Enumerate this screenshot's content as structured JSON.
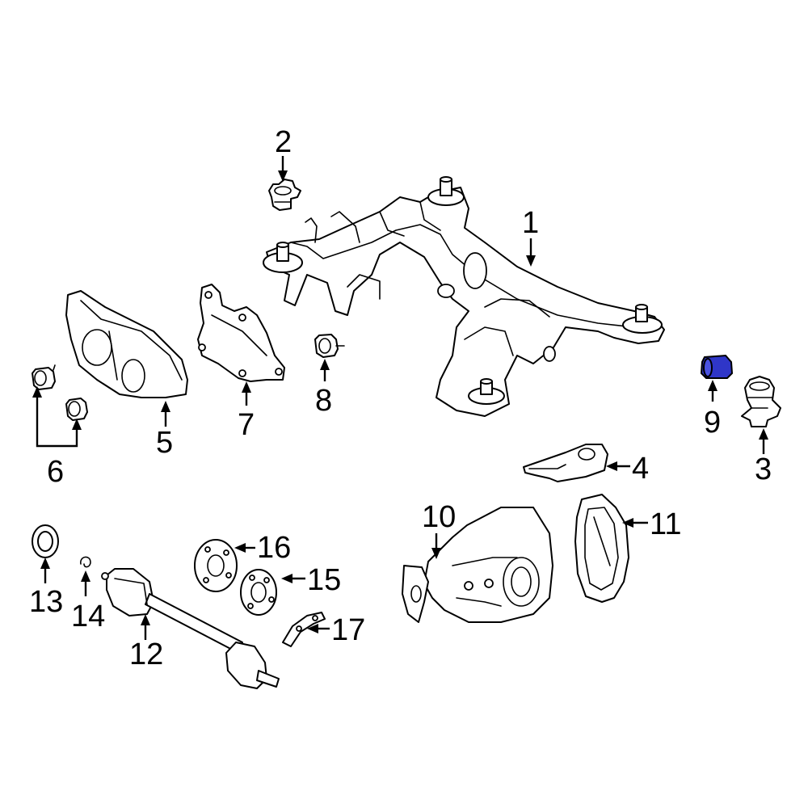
{
  "highlight_color": "#2f36c8",
  "highlight_top_color": "#4a52e0",
  "highlighted_part": "9",
  "callouts": {
    "c1": "1",
    "c2": "2",
    "c3": "3",
    "c4": "4",
    "c5": "5",
    "c6": "6",
    "c7": "7",
    "c8": "8",
    "c9": "9",
    "c10": "10",
    "c11": "11",
    "c12": "12",
    "c13": "13",
    "c14": "14",
    "c15": "15",
    "c16": "16",
    "c17": "17"
  }
}
